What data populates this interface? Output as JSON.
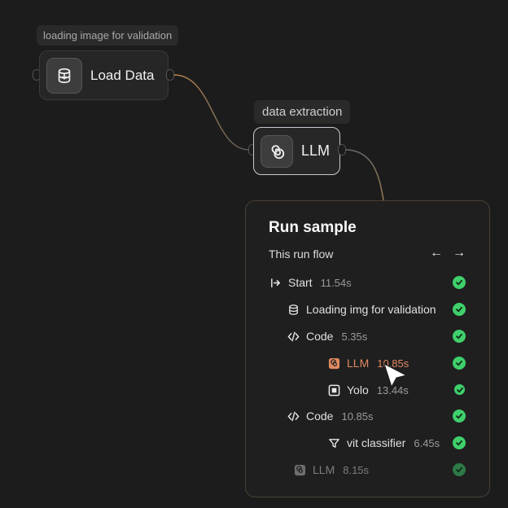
{
  "nodes": {
    "load": {
      "tag": "loading image for validation",
      "label": "Load Data",
      "icon": "database-icon"
    },
    "llm": {
      "tag": "data extraction",
      "label": "LLM",
      "icon": "spiral-icon"
    }
  },
  "panel": {
    "title": "Run sample",
    "subtitle": "This run flow",
    "nav_prev": "←",
    "nav_next": "→",
    "rows": [
      {
        "label": "Start",
        "duration": "11.54s",
        "icon": "start-icon",
        "status": "success"
      },
      {
        "label": "Loading img for validation",
        "duration": "",
        "icon": "database-icon",
        "status": "success"
      },
      {
        "label": "Code",
        "duration": "5.35s",
        "icon": "code-icon",
        "status": "success"
      },
      {
        "label": "LLM",
        "duration": "10.85s",
        "icon": "spiral-icon",
        "status": "success",
        "highlighted": true
      },
      {
        "label": "Yolo",
        "duration": "13.44s",
        "icon": "target-icon",
        "status": "success"
      },
      {
        "label": "Code",
        "duration": "10.85s",
        "icon": "code-icon",
        "status": "success"
      },
      {
        "label": "vit classifier",
        "duration": "6.45s",
        "icon": "filter-icon",
        "status": "success"
      },
      {
        "label": "LLM",
        "duration": "8.15s",
        "icon": "spiral-icon",
        "status": "success",
        "dimmed": true
      }
    ]
  },
  "colors": {
    "background": "#1c1c1c",
    "success": "#3fcf6b",
    "highlight": "#e08a62",
    "connector": "#a0794a"
  }
}
